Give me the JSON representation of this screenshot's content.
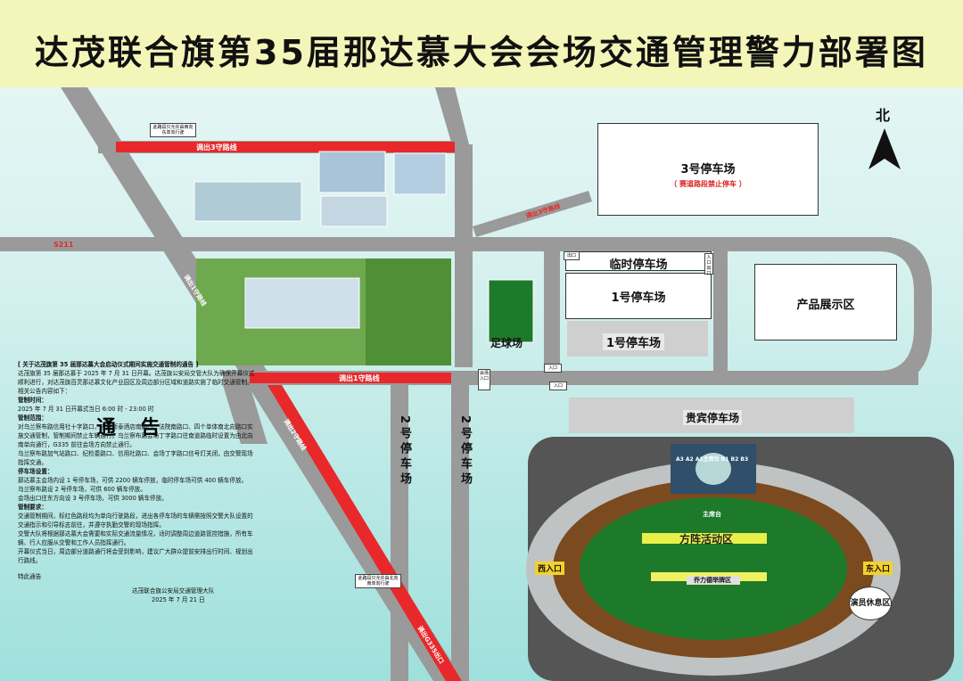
{
  "title": "达茂联合旗第35届那达慕大会会场交通管理警力部署图",
  "compass": {
    "label": "北"
  },
  "roads": {
    "s211": "S211",
    "route3": "调出3守路线",
    "route1": "调出1守路线",
    "route2": "调出2守路线",
    "road_g335": "调出G335出口",
    "road_diag_upper": "调出1守路线",
    "road_right_diag": "调出3守路线"
  },
  "venues": {
    "p3": "3号停车场",
    "p3_note": "（ 赛道路段禁止停车 ）",
    "temp": "临时停车场",
    "p1": "1号停车场",
    "p1b": "1号停车场",
    "football": "足球场",
    "product": "产品展示区",
    "vip": "贵宾停车场",
    "p2a": "2号停车场",
    "p2b": "2号停车场",
    "perf": "方阵活动区",
    "rest": "演员休息区",
    "west": "西入口",
    "east": "东入口",
    "stage": "主席台",
    "seat_labels": "A3 A2 A1主席台 B1 B2 B3",
    "lower_label": "乔力德举牌区"
  },
  "signs": {
    "entrance": "入口",
    "exit": "出口",
    "venue_entrance": "会场入口",
    "entry_out": "入口出口",
    "sign1": "此路段只允许由西向东单向行驶",
    "sign2": "此路段只允许由北向南单向行驶"
  },
  "notice": {
    "title": "通 告",
    "heading": "[ 关于达茂旗第 35 届那达慕大会启动仪式期间实施交通管制的通告 ]",
    "intro": "达茂旗第 35 届那达慕于 2025 年 7 月 31 日开幕。达茂旗公安局交管大队为确保开幕仪式顺利进行，对达茂旗百灵那达慕文化产业园区及周边部分区域和道路实施了临时交通管制。相关公告内容如下：",
    "t_h": "管制时间：",
    "t": "2025 年 7 月 31 日开幕式当日 6:00 时 - 23:00 时",
    "r_h": "管制范围：",
    "r": "对乌兰察布路信用社十字路口，吉穆斯泰酒店南路口、法院南路口、四个单体南北向路口实施交通管制，管制期间禁止车辆通行。乌兰察布路会场丁字路口往南道路临时设置为由北向南单向通行，G335 前往会场方向禁止通行。",
    "r2": "乌兰察布路加气站路口、纪检委路口、信用社路口、会场丁字路口信号灯关闭，由交警现场指挥交通。",
    "p_h": "停车场设置：",
    "p1": "那达慕主会场内设 1 号停车场，可供 2200 辆车停放，临时停车场可供 400 辆车停放。",
    "p2": "乌兰察布路设 2 号停车场，可供 600 辆车停放。",
    "p3": "会场出口往东方向设 3 号停车场，可供 3000 辆车停放。",
    "m_h": "管制要求：",
    "m1": "交通管制期间，标红色路段均为单向行驶路段，进出各停车场的车辆需按照交警大队设置的交通指示和引导标志前往，并遵守执勤交警的现场指挥。",
    "m2": "交警大队将根据那达慕大会需要和实际交通流量情况，适时调整周边道路管控措施，所有车辆、行人应服从交警和工作人员指挥通行。",
    "m3": "开幕仪式当日，周边部分道路通行将会受到影响，建议广大群众提前安排出行时间、规划出行路线。",
    "end": "特此通告",
    "sign_org": "达茂联合旗公安局交通管理大队",
    "sign_date": "2025 年 7 月 21 日"
  },
  "colors": {
    "road": "#9a9a9a",
    "route": "#e8282a",
    "banner": "#f3f6b8",
    "field": "#1d7a2a",
    "track": "#7b4a1e"
  }
}
